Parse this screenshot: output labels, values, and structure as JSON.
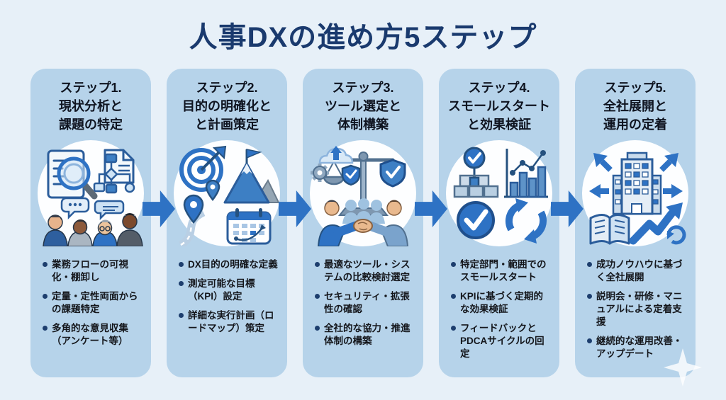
{
  "title": "人事DXの進め方5ステップ",
  "colors": {
    "background": "#e7f0f8",
    "card_background": "#b6d3ea",
    "title_navy": "#1a3a6e",
    "arrow_blue": "#2e72c4",
    "bullet_navy": "#1d3e6e",
    "icon_blue": "#3d7fc4"
  },
  "steps": [
    {
      "heading": [
        "ステップ1.",
        "現状分析と",
        "課題の特定"
      ],
      "icons": [
        "document-icon",
        "magnifier-icon",
        "flowchart-icon",
        "speech-bubbles-icon",
        "people-group-icon"
      ],
      "bullets": [
        "業務フローの可視化・棚卸し",
        "定量・定性両面からの課題特定",
        "多角的な意見収集（アンケート等）"
      ]
    },
    {
      "heading": [
        "ステップ2.",
        "目的の明確化と",
        "と計画策定"
      ],
      "icons": [
        "target-dart-icon",
        "mountain-flag-icon",
        "roadmap-pins-icon",
        "calendar-icon"
      ],
      "bullets": [
        "DX目的の明確な定義",
        "測定可能な目標（KPI）設定",
        "詳細な実行計画（ロードマップ）策定"
      ]
    },
    {
      "heading": [
        "ステップ3.",
        "ツール選定と",
        "体制構築"
      ],
      "icons": [
        "balance-scale-icon",
        "cloud-upload-icon",
        "gear-icon",
        "shield-check-icon",
        "handshake-icon"
      ],
      "bullets": [
        "最適なツール・システムの比較検討選定",
        "セキュリティ・拡張性の確認",
        "全社的な協力・推進体制の構築"
      ]
    },
    {
      "heading": [
        "ステップ4.",
        "スモールスタート",
        "と効果検証"
      ],
      "icons": [
        "milestone-blocks-icon",
        "kpi-chart-icon",
        "check-circle-icon",
        "pdca-cycle-icon"
      ],
      "bullets": [
        "特定部門・範囲でのスモールスタート",
        "KPIに基づく定期的な効果検証",
        "フィードバックとPDCAサイクルの回定"
      ]
    },
    {
      "heading": [
        "ステップ5.",
        "全社展開と",
        "運用の定着"
      ],
      "icons": [
        "building-icon",
        "expand-arrows-icon",
        "book-icon",
        "growth-arrow-icon",
        "refresh-icon"
      ],
      "bullets": [
        "成功ノウハウに基づく全社展開",
        "説明会・研修・マニュアルによる定着支援",
        "継続的な運用改善・アップデート"
      ]
    }
  ]
}
